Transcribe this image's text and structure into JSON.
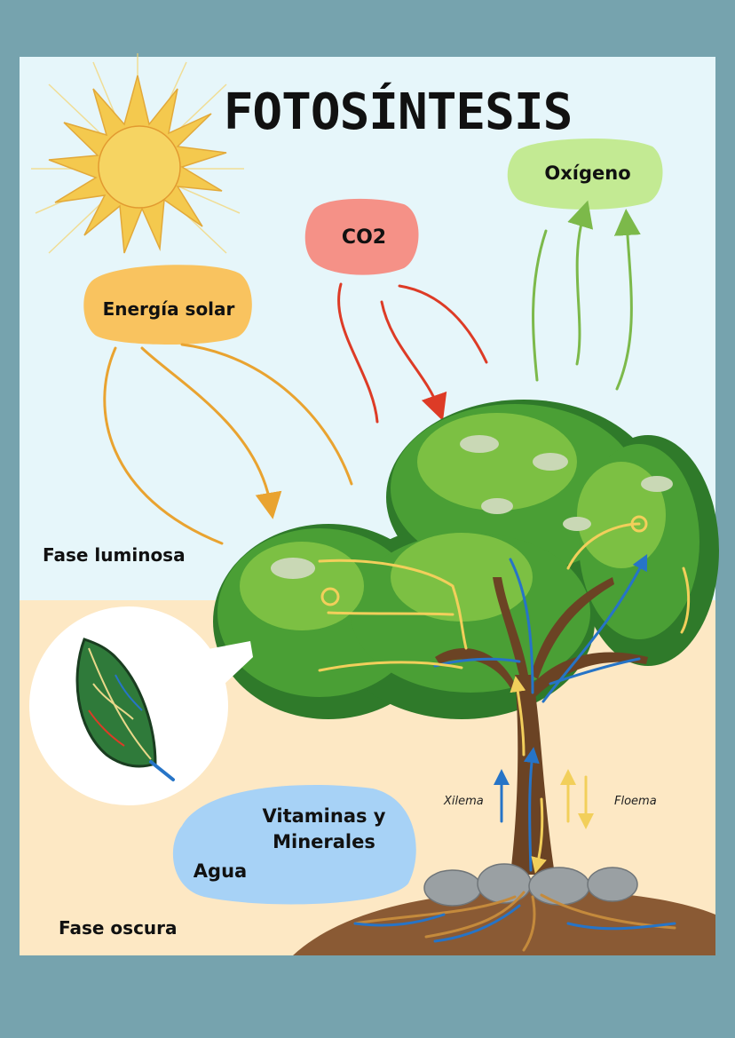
{
  "title": "FOTOSÍNTESIS",
  "labels": {
    "energia": "Energía solar",
    "co2": "CO2",
    "oxigeno": "Oxígeno",
    "fase_luminosa": "Fase luminosa",
    "fase_oscura": "Fase oscura",
    "vitaminas_line1": "Vitaminas y",
    "vitaminas_line2": "Minerales",
    "agua": "Agua",
    "xilema": "Xilema",
    "floema": "Floema"
  },
  "colors": {
    "frame": "#76a3ae",
    "sky": "#e6f6fa",
    "ground": "#fde8c4",
    "energy_arrow": "#e9a330",
    "energy_blob": "#f9c35f",
    "co2_arrow": "#dd3b26",
    "co2_blob": "#f59187",
    "oxygen_arrow": "#7cb94a",
    "oxygen_blob": "#c3ea93",
    "minerals_blob": "#a7d2f6",
    "xylem": "#2674c7",
    "phloem": "#f2cf5b"
  }
}
